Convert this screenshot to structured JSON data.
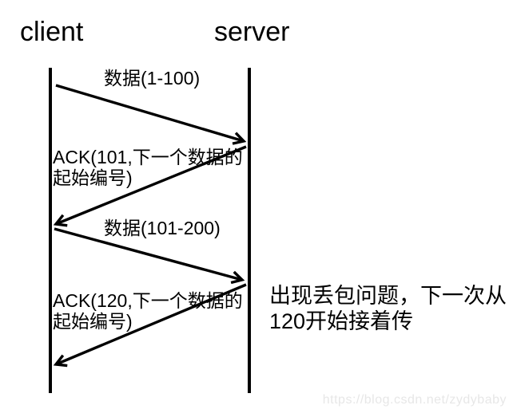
{
  "diagram": {
    "type": "tcp-sequence-diagram",
    "actors": {
      "client": "client",
      "server": "server"
    },
    "messages": [
      {
        "from": "client",
        "to": "server",
        "label": "数据(1-100)"
      },
      {
        "from": "server",
        "to": "client",
        "label": "ACK(101,下一个数据的起始编号)",
        "lines": [
          "ACK(101,下一个数据的",
          "起始编号)"
        ]
      },
      {
        "from": "client",
        "to": "server",
        "label": "数据(101-200)"
      },
      {
        "from": "server",
        "to": "client",
        "label": "ACK(120,下一个数据的起始编号)",
        "lines": [
          "ACK(120,下一个数据的",
          "起始编号)"
        ]
      }
    ],
    "annotation": {
      "lines": [
        "出现丢包问题，下一次从",
        "120开始接着传"
      ]
    },
    "watermark": "https://blog.csdn.net/zydybaby",
    "colors": {
      "ink": "#000000",
      "background": "#ffffff",
      "watermark": "#e7e7e7"
    }
  }
}
